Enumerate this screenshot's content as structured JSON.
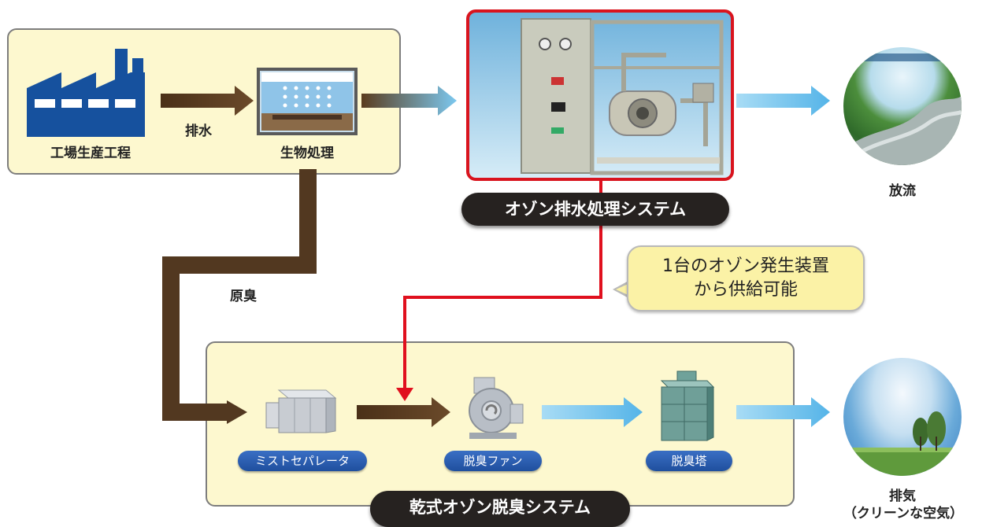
{
  "labels": {
    "factory": "工場生産工程",
    "wastewater": "排水",
    "bio_treatment": "生物処理",
    "raw_odor": "原臭",
    "discharge": "放流",
    "exhaust_line1": "排気",
    "exhaust_line2": "（クリーンな空気）"
  },
  "systems": {
    "ozone_wastewater": "オゾン排水処理システム",
    "dry_deodorization": "乾式オゾン脱臭システム"
  },
  "callout": {
    "line1": "1台のオゾン発生装置",
    "line2": "から供給可能"
  },
  "equipment": {
    "mist_separator": "ミストセパレータ",
    "deodor_fan": "脱臭ファン",
    "deodor_tower": "脱臭塔"
  },
  "colors": {
    "panel_fill": "#fdf8cf",
    "ozone_line": "#e0101e",
    "brown_arrow": "#5a3c1e",
    "blue_arrow": "#6cc0ec",
    "pill_blue": "#2a5cae",
    "dark_label": "#262220"
  }
}
